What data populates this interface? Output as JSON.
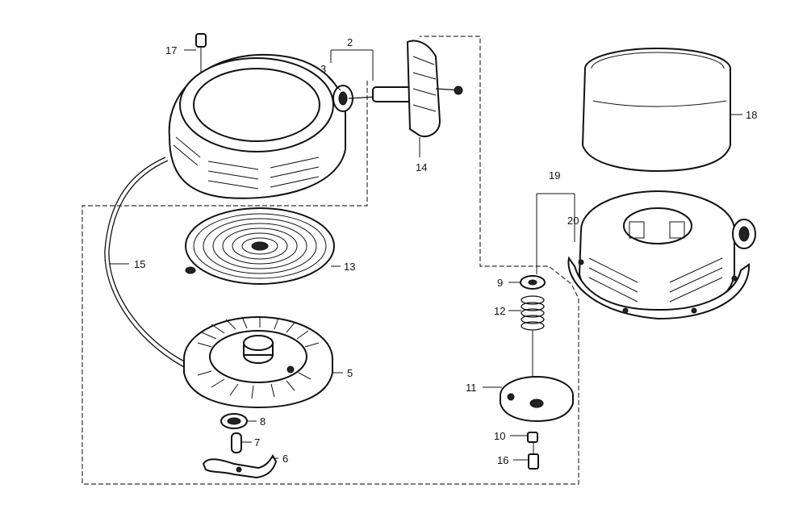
{
  "labels": {
    "p2": "2",
    "p3": "3",
    "p5": "5",
    "p6": "6",
    "p7": "7",
    "p8": "8",
    "p9": "9",
    "p10": "10",
    "p11": "11",
    "p12": "12",
    "p13": "13",
    "p14": "14",
    "p15": "15",
    "p16": "16",
    "p17": "17",
    "p18": "18",
    "p19": "19",
    "p20": "20"
  }
}
